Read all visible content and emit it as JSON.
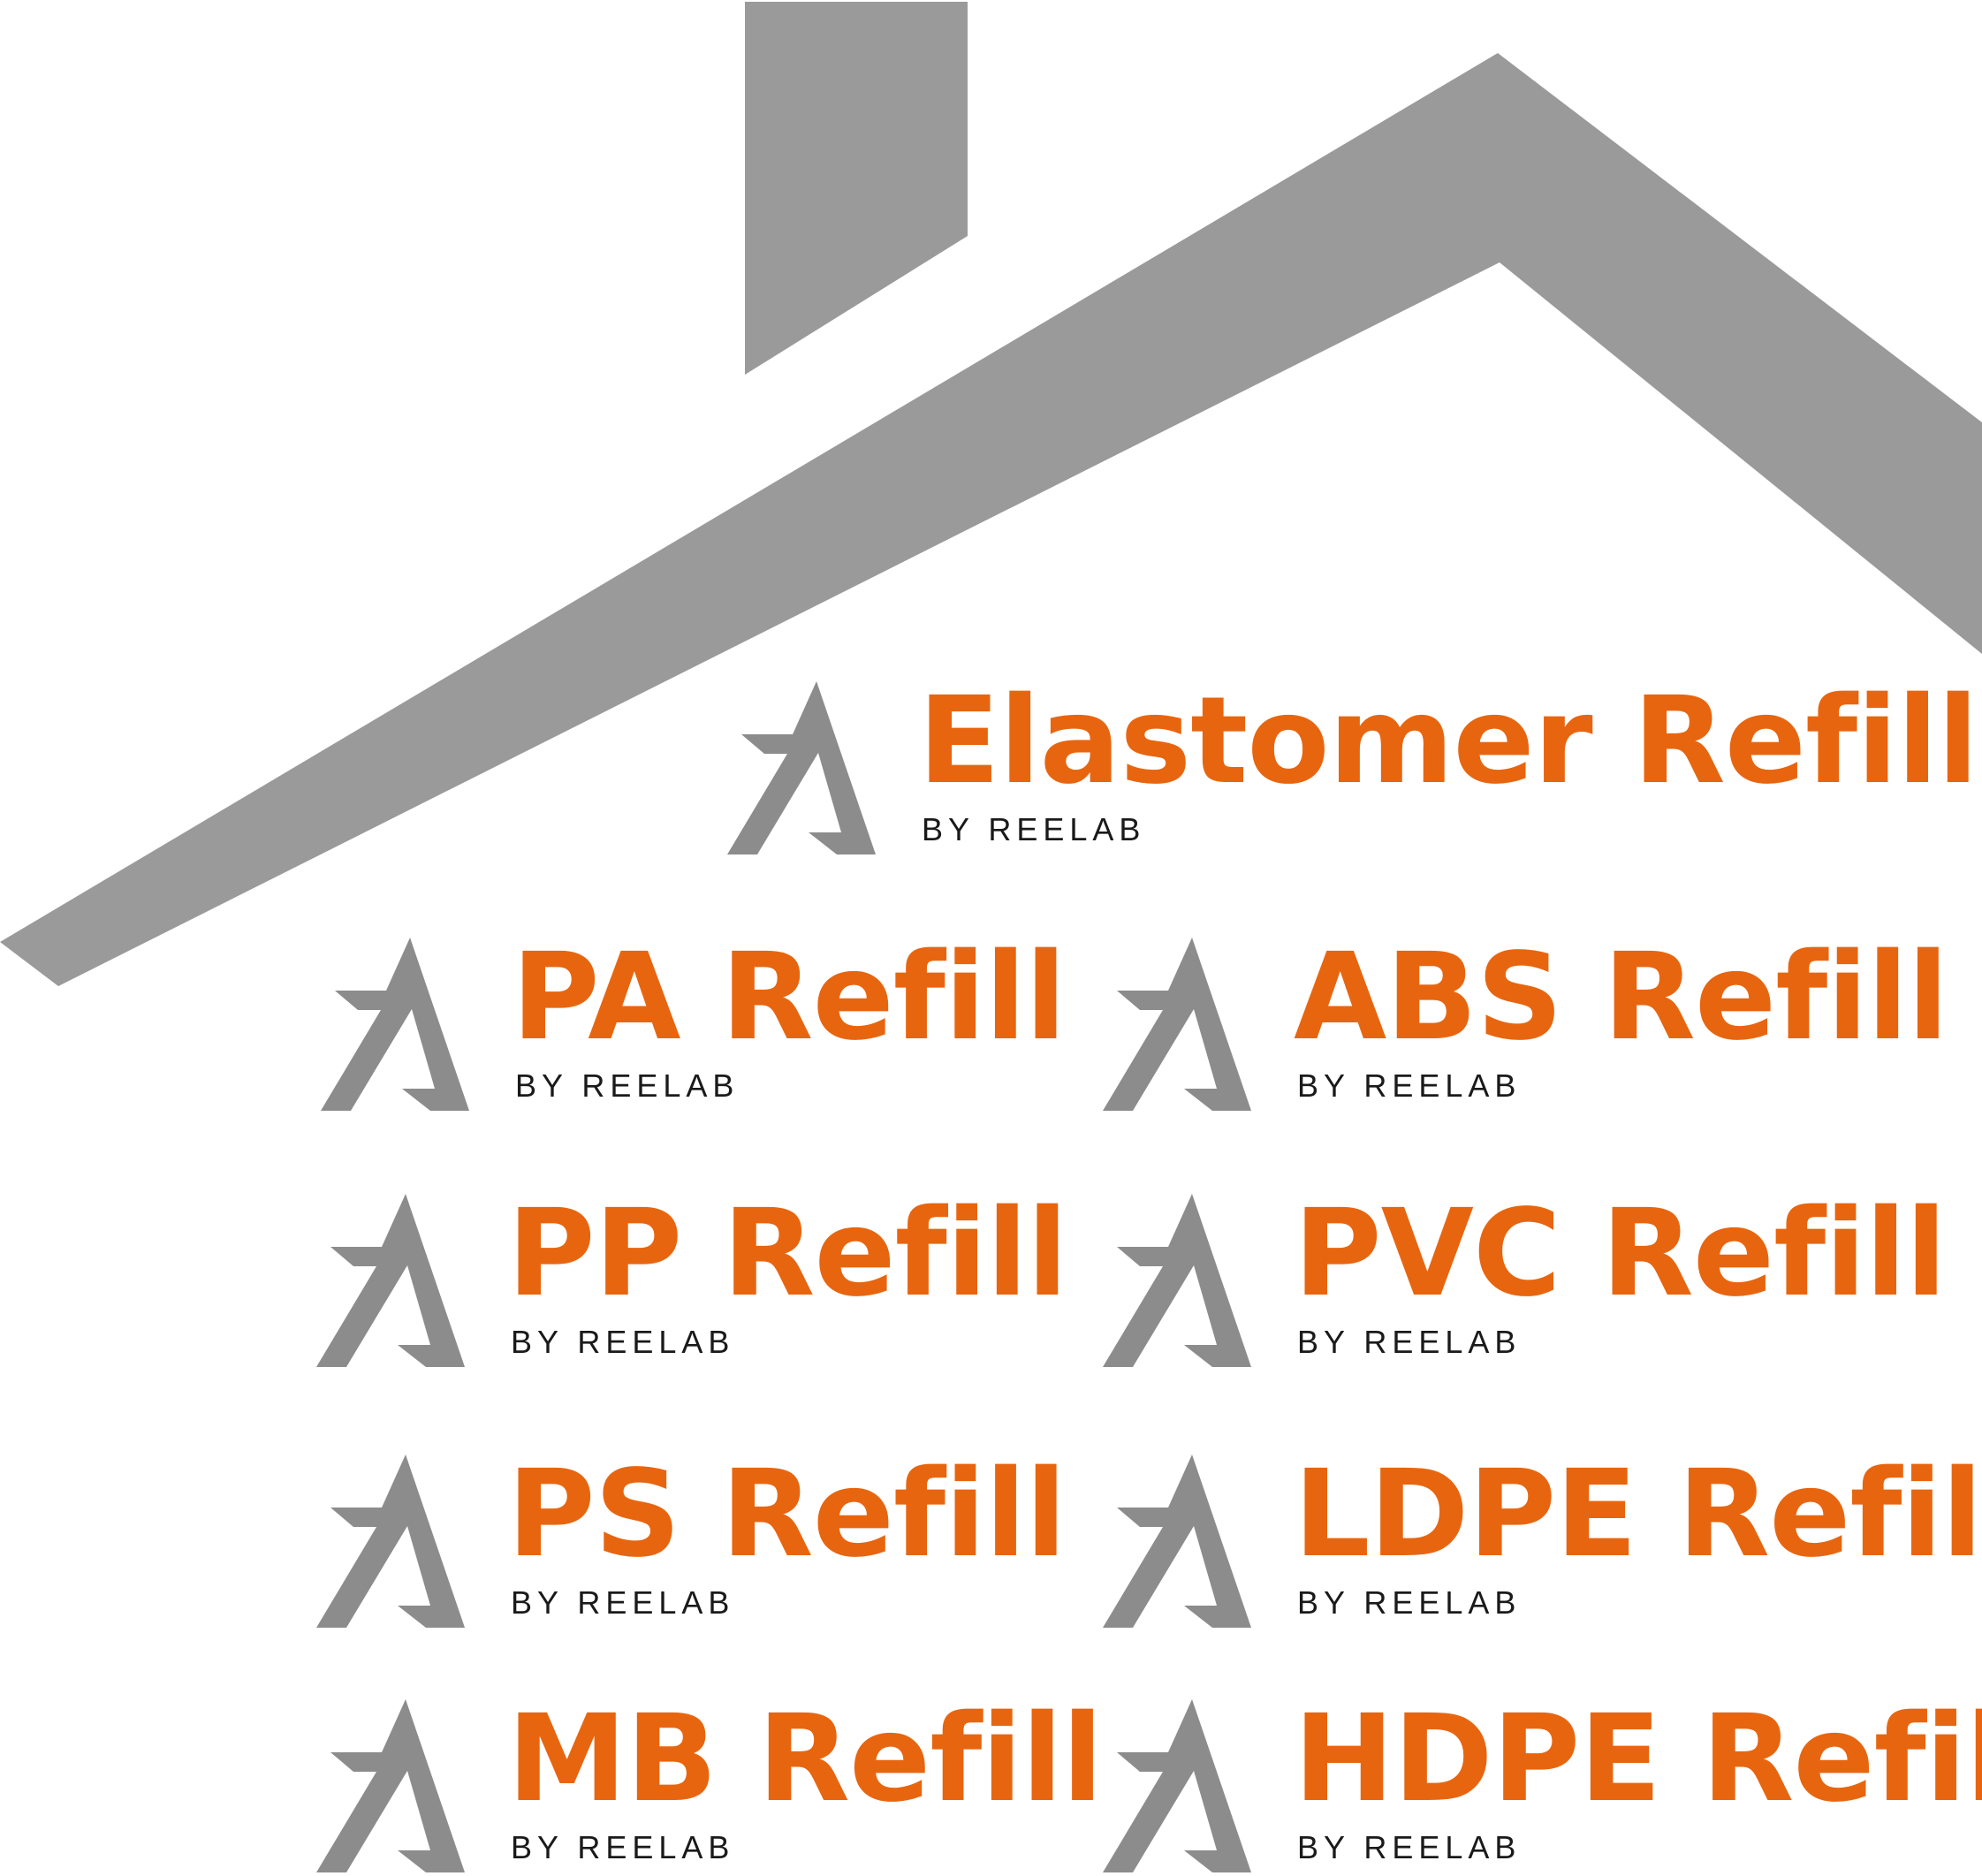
{
  "colors": {
    "roof": "#9a9a9a",
    "mark": "#8c8c8c",
    "accent": "#e8650f",
    "byline": "#1a1a1a"
  },
  "icons": {
    "roof": "house-roof-icon",
    "mark": "reelab-a-mark-icon"
  },
  "products": [
    {
      "name": "Elastomer Refill",
      "byline": "BY REELAB"
    },
    {
      "name": "PA Refill",
      "byline": "BY REELAB"
    },
    {
      "name": "ABS Refill",
      "byline": "BY REELAB"
    },
    {
      "name": "PP Refill",
      "byline": "BY REELAB"
    },
    {
      "name": "PVC Refill",
      "byline": "BY REELAB"
    },
    {
      "name": "PS Refill",
      "byline": "BY REELAB"
    },
    {
      "name": "LDPE Refill",
      "byline": "BY REELAB"
    },
    {
      "name": "MB Refill",
      "byline": "BY REELAB"
    },
    {
      "name": "HDPE Refill",
      "byline": "BY REELAB"
    }
  ]
}
